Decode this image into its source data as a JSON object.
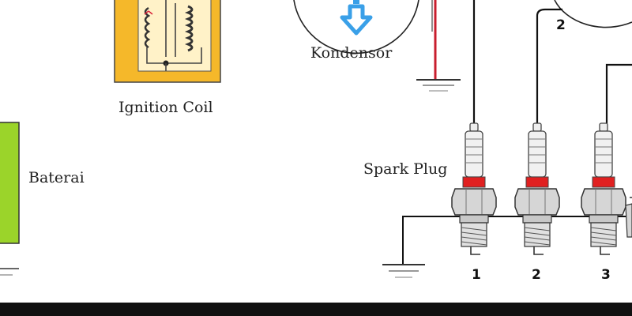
{
  "labels": {
    "kondensor": "Kondensor",
    "ignition_coil": "Ignition Coil",
    "baterai": "Baterai",
    "spark_plug": "Spark Plug"
  },
  "numbers": {
    "distributor_terminal": "2",
    "plug_1": "1",
    "plug_2": "2",
    "plug_3": "3"
  },
  "colors": {
    "coil_body": "#f5b82a",
    "battery_body": "#9bd42a",
    "kondensor_arrow": "#3aa0e8",
    "coil_wire_red": "#d8233a",
    "plug_red_band": "#e02020",
    "wire_black": "#111111",
    "ground": "#333333"
  }
}
